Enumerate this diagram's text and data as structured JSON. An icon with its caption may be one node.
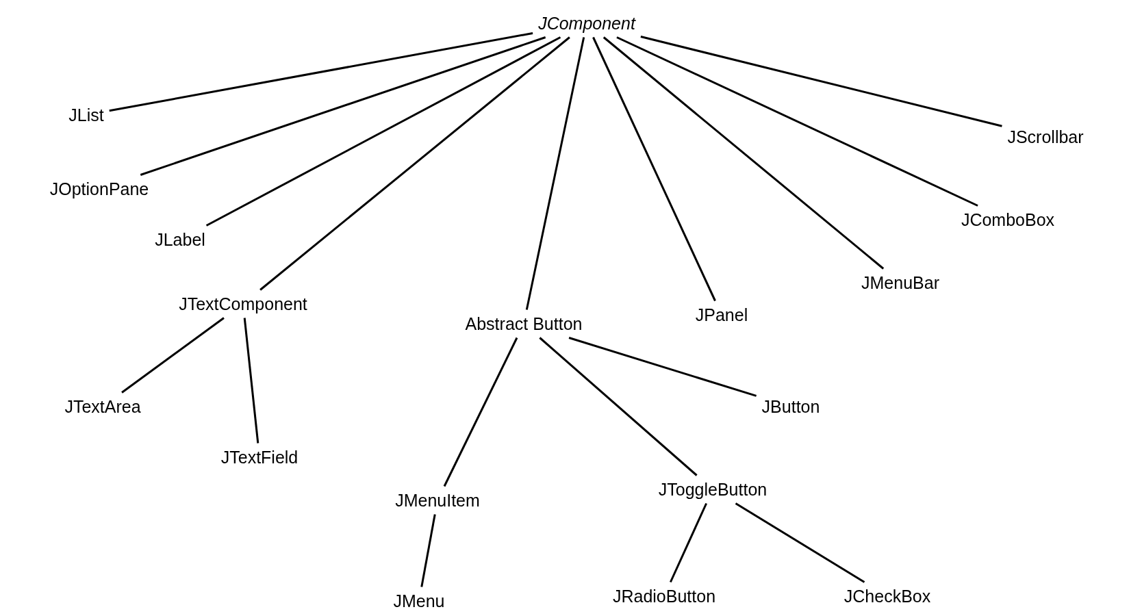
{
  "diagram": {
    "nodes": [
      {
        "text": [
          "JComponent"
        ]
      },
      {
        "text": [
          "JList"
        ]
      },
      {
        "text": [
          "JOptionPane"
        ]
      },
      {
        "text": [
          "JLabel"
        ]
      },
      {
        "text": [
          "JTextComponent"
        ]
      },
      {
        "text": [
          "Abstract Button"
        ]
      },
      {
        "text": [
          "JPanel"
        ]
      },
      {
        "text": [
          "JMenuBar"
        ]
      },
      {
        "text": [
          "JComboBox"
        ]
      },
      {
        "text": [
          "JScrollbar"
        ]
      },
      {
        "text": [
          "JTextArea"
        ]
      },
      {
        "text": [
          "JTextField"
        ]
      },
      {
        "text": [
          "JButton"
        ]
      },
      {
        "text": [
          "JMenuItem"
        ]
      },
      {
        "text": [
          "JToggleButton"
        ]
      },
      {
        "text": [
          "JMenu"
        ]
      },
      {
        "text": [
          "JRadioButton"
        ]
      },
      {
        "text": [
          "JCheckBox"
        ]
      }
    ],
    "edges": [
      {
        "from": 0,
        "to": 1,
        "arrow": "none"
      },
      {
        "from": 0,
        "to": 2,
        "arrow": "none"
      },
      {
        "from": 0,
        "to": 3,
        "arrow": "none"
      },
      {
        "from": 0,
        "to": 4,
        "arrow": "none"
      },
      {
        "from": 0,
        "to": 5,
        "arrow": "none"
      },
      {
        "from": 0,
        "to": 6,
        "arrow": "none"
      },
      {
        "from": 0,
        "to": 7,
        "arrow": "none"
      },
      {
        "from": 0,
        "to": 8,
        "arrow": "none"
      },
      {
        "from": 0,
        "to": 9,
        "arrow": "none"
      },
      {
        "from": 4,
        "to": 10,
        "arrow": "none"
      },
      {
        "from": 4,
        "to": 11,
        "arrow": "none"
      },
      {
        "from": 5,
        "to": 13,
        "arrow": "none"
      },
      {
        "from": 5,
        "to": 14,
        "arrow": "none"
      },
      {
        "from": 5,
        "to": 12,
        "arrow": "none"
      },
      {
        "from": 13,
        "to": 15,
        "arrow": "none"
      },
      {
        "from": 14,
        "to": 16,
        "arrow": "none"
      },
      {
        "from": 14,
        "to": 17,
        "arrow": "none"
      }
    ]
  }
}
